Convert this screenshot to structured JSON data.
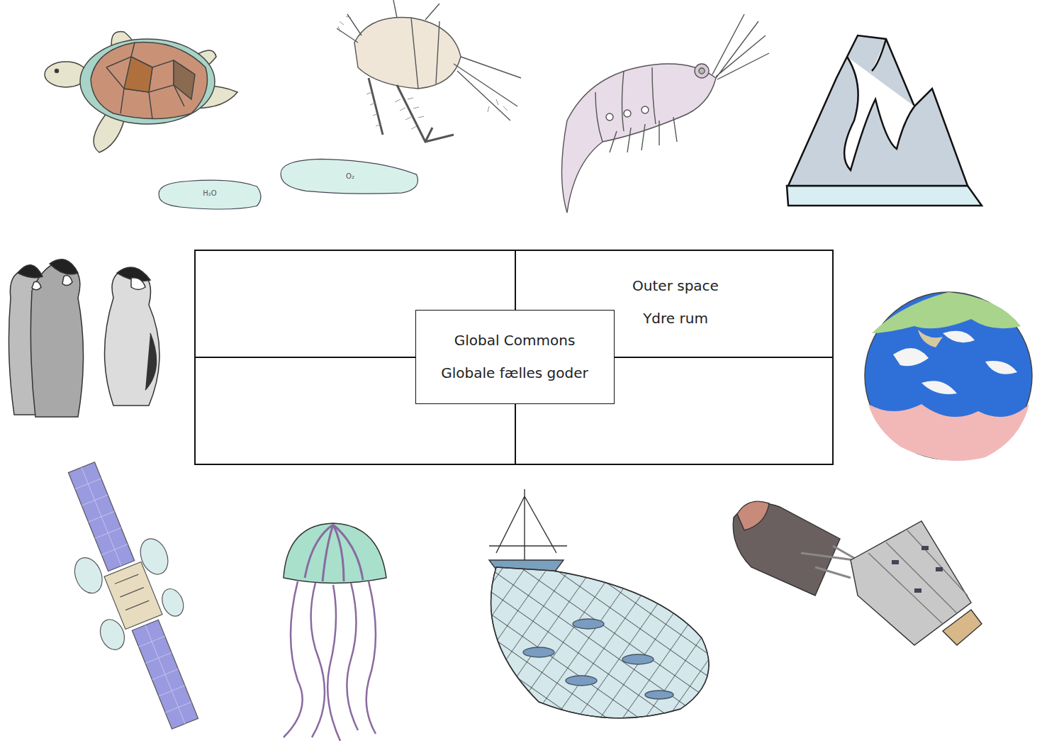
{
  "diagram": {
    "nodes": [
      {
        "text": [
          "H₂O"
        ]
      },
      {
        "text": [
          "O₂"
        ]
      },
      {
        "text": [
          "Outer space",
          "Ydre rum"
        ]
      },
      {
        "text": [
          "Global Commons",
          "Globale fælles goder"
        ]
      }
    ]
  }
}
